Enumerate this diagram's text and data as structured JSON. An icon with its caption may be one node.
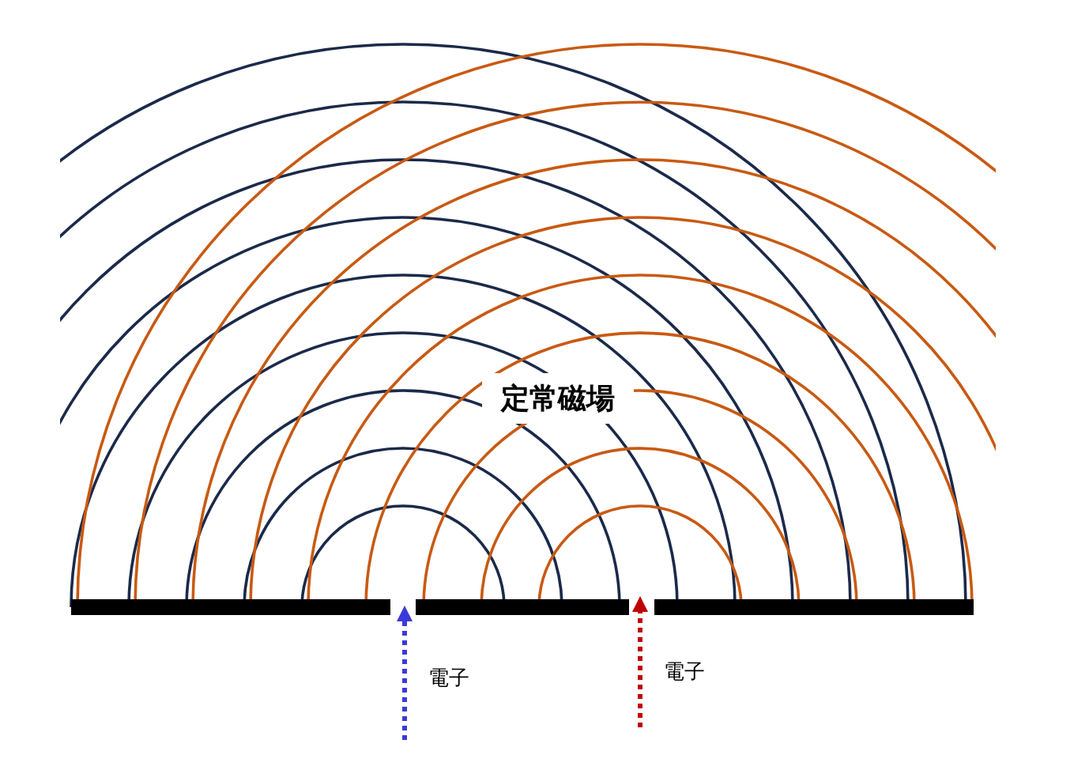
{
  "diagram": {
    "labels": [
      "定常磁場",
      "電子",
      "電子"
    ]
  }
}
